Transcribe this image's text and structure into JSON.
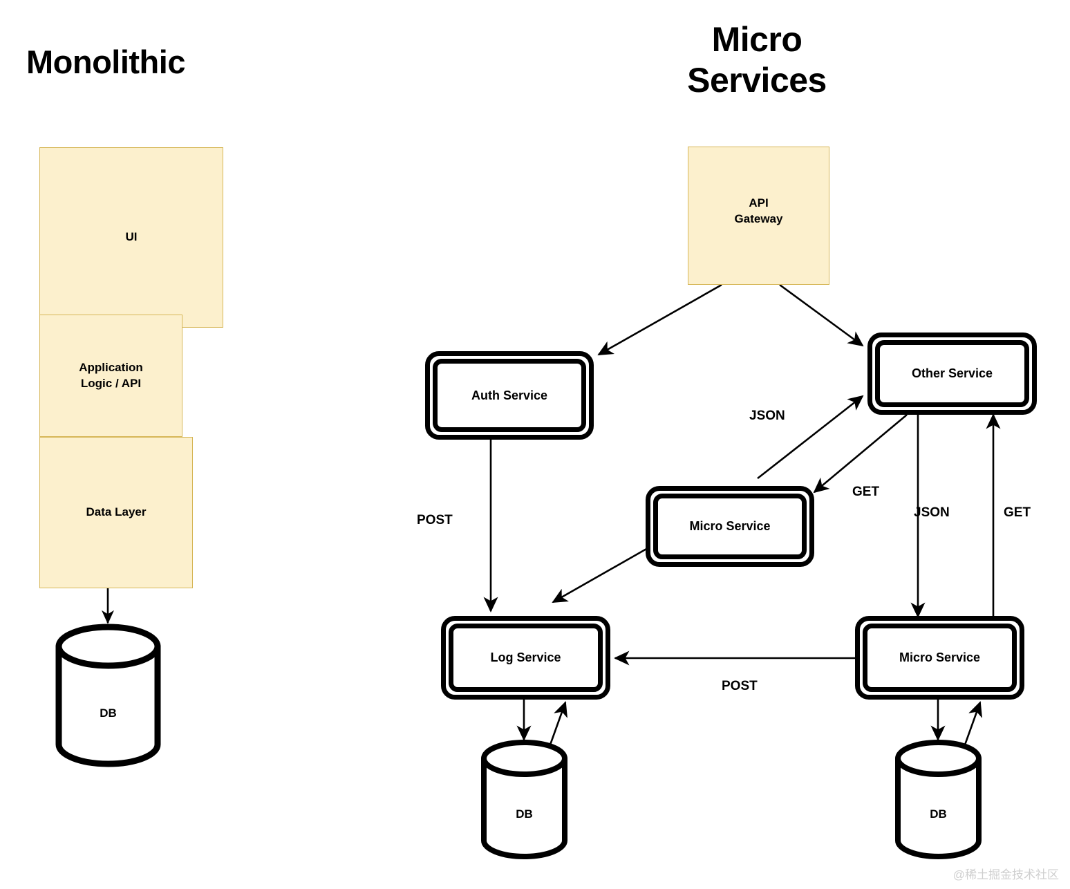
{
  "diagram": {
    "background": "#ffffff",
    "box_fill": "#FCF0CD",
    "box_stroke": "#D6B656",
    "stroke": "#000000",
    "watermark": "@稀土掘金技术社区"
  },
  "monolithic": {
    "title": "Monolithic",
    "layers": [
      {
        "label": "UI"
      },
      {
        "label": "Application\nLogic / API"
      },
      {
        "label": "Data Layer"
      }
    ],
    "database": {
      "label": "DB"
    }
  },
  "microservices": {
    "title": "Micro\nServices",
    "gateway": {
      "label": "API\nGateway"
    },
    "services": [
      {
        "id": "auth",
        "label": "Auth Service"
      },
      {
        "id": "other",
        "label": "Other Service"
      },
      {
        "id": "micro-center",
        "label": "Micro Service"
      },
      {
        "id": "log",
        "label": "Log Service"
      },
      {
        "id": "micro-right",
        "label": "Micro Service"
      }
    ],
    "databases": [
      {
        "id": "db-log",
        "label": "DB"
      },
      {
        "id": "db-micro",
        "label": "DB"
      }
    ],
    "edge_labels": [
      {
        "id": "post-auth-log",
        "label": "POST"
      },
      {
        "id": "json-micro-other",
        "label": "JSON"
      },
      {
        "id": "get-other-micro",
        "label": "GET"
      },
      {
        "id": "json-other-micro-right",
        "label": "JSON"
      },
      {
        "id": "get-micro-right-other",
        "label": "GET"
      },
      {
        "id": "post-micro-right-log",
        "label": "POST"
      }
    ]
  }
}
